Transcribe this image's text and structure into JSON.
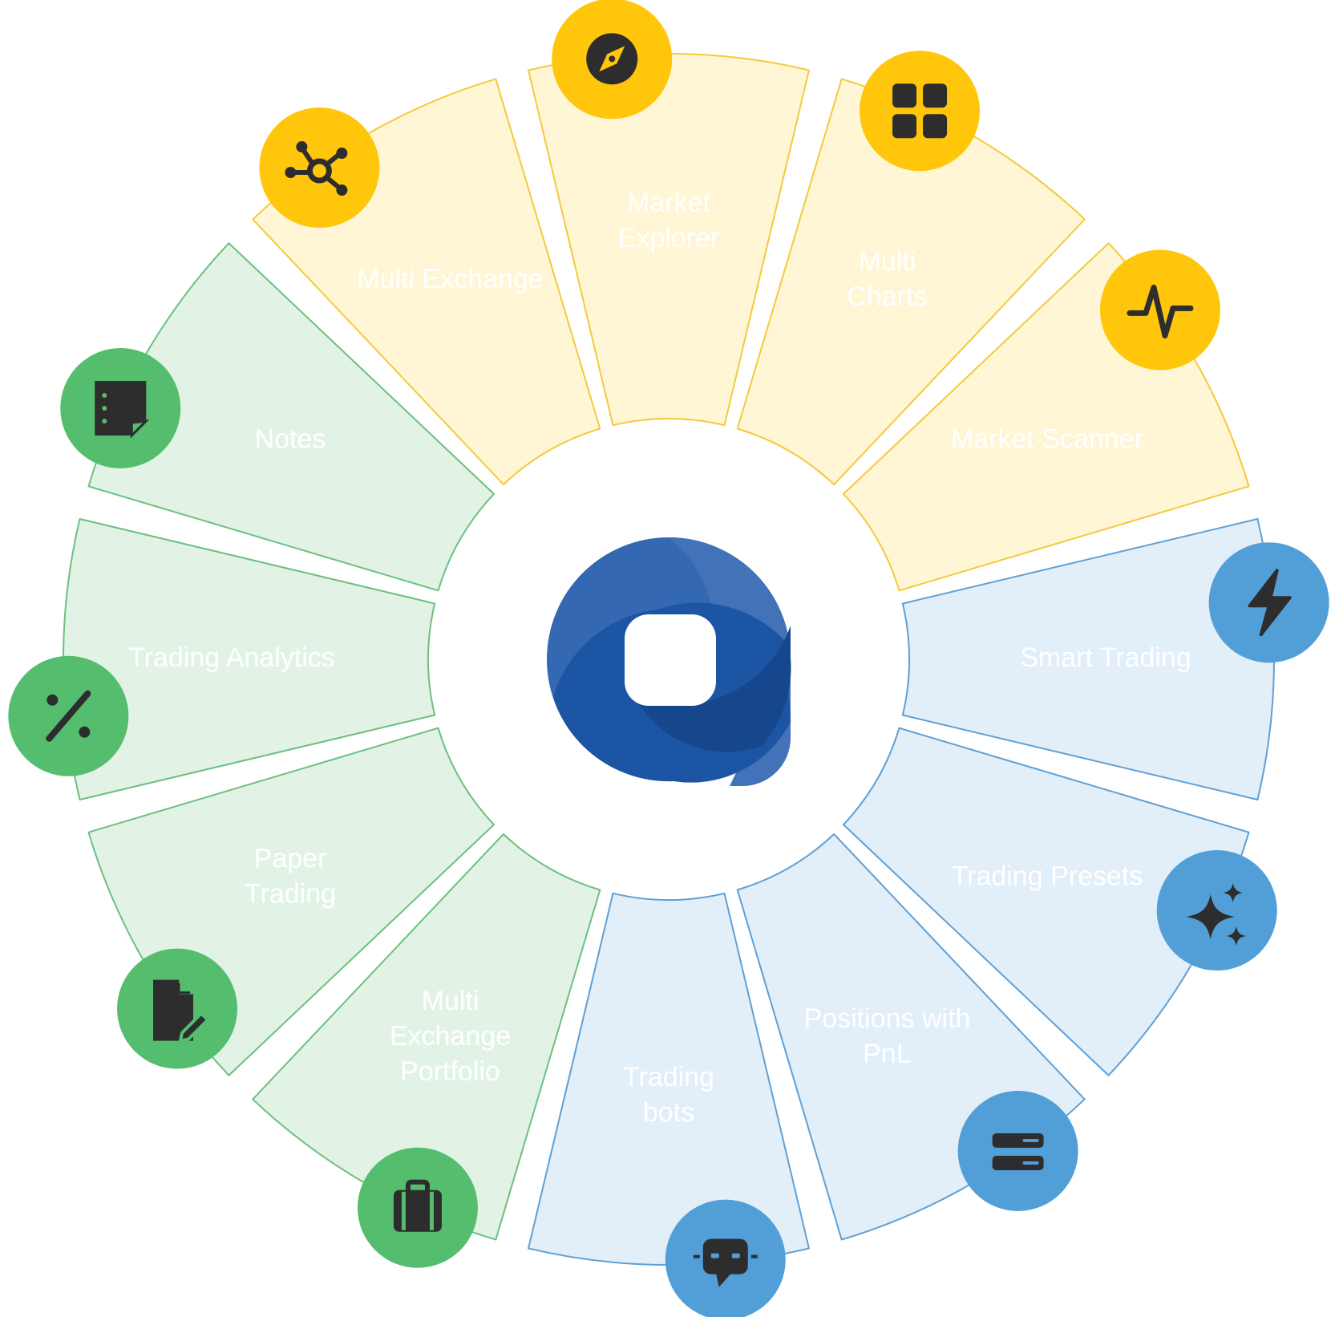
{
  "center_logo": {
    "icon": "app-logo"
  },
  "colors": {
    "yellow": {
      "fill": "#FFF6D6",
      "stroke": "#F5C93C",
      "badge": "#FFC60B"
    },
    "blue": {
      "fill": "#E2EEF8",
      "stroke": "#5EA0D6",
      "badge": "#529FD8"
    },
    "green": {
      "fill": "#E2F3E6",
      "stroke": "#6CC07E",
      "badge": "#55BD6E"
    },
    "icon_ink": "#2D2D2D",
    "label": "#FFFFFF",
    "logo_outer": "#3468B2",
    "logo_mid": "#4272B8",
    "logo_inner": "#1B55A3",
    "logo_dark": "#16478D"
  },
  "segments": [
    {
      "id": "multi-charts",
      "label_lines": [
        "Multi",
        "Charts"
      ],
      "group": "yellow",
      "icon": "grid-icon"
    },
    {
      "id": "market-scanner",
      "label_lines": [
        "Market Scanner"
      ],
      "group": "yellow",
      "icon": "pulse-icon"
    },
    {
      "id": "smart-trading",
      "label_lines": [
        "Smart Trading"
      ],
      "group": "blue",
      "icon": "lightning-icon"
    },
    {
      "id": "trading-presets",
      "label_lines": [
        "Trading Presets"
      ],
      "group": "blue",
      "icon": "sparkles-icon"
    },
    {
      "id": "positions-with-pnl",
      "label_lines": [
        "Positions with",
        "PnL"
      ],
      "group": "blue",
      "icon": "stacked-bars-icon"
    },
    {
      "id": "trading-bots",
      "label_lines": [
        "Trading",
        "bots"
      ],
      "group": "blue",
      "icon": "robot-icon"
    },
    {
      "id": "multi-exchange-portfolio",
      "label_lines": [
        "Multi",
        "Exchange",
        "Portfolio"
      ],
      "group": "green",
      "icon": "briefcase-icon"
    },
    {
      "id": "paper-trading",
      "label_lines": [
        "Paper",
        "Trading"
      ],
      "group": "green",
      "icon": "document-edit-icon"
    },
    {
      "id": "trading-analytics",
      "label_lines": [
        "Trading Analytics"
      ],
      "group": "green",
      "icon": "percent-icon"
    },
    {
      "id": "notes",
      "label_lines": [
        "Notes"
      ],
      "group": "green",
      "icon": "sticky-note-icon"
    },
    {
      "id": "multi-exchange",
      "label_lines": [
        "Multi Exchange"
      ],
      "group": "yellow",
      "icon": "hub-icon"
    },
    {
      "id": "market-explorer",
      "label_lines": [
        "Market",
        "Explorer"
      ],
      "group": "yellow",
      "icon": "compass-icon"
    }
  ]
}
